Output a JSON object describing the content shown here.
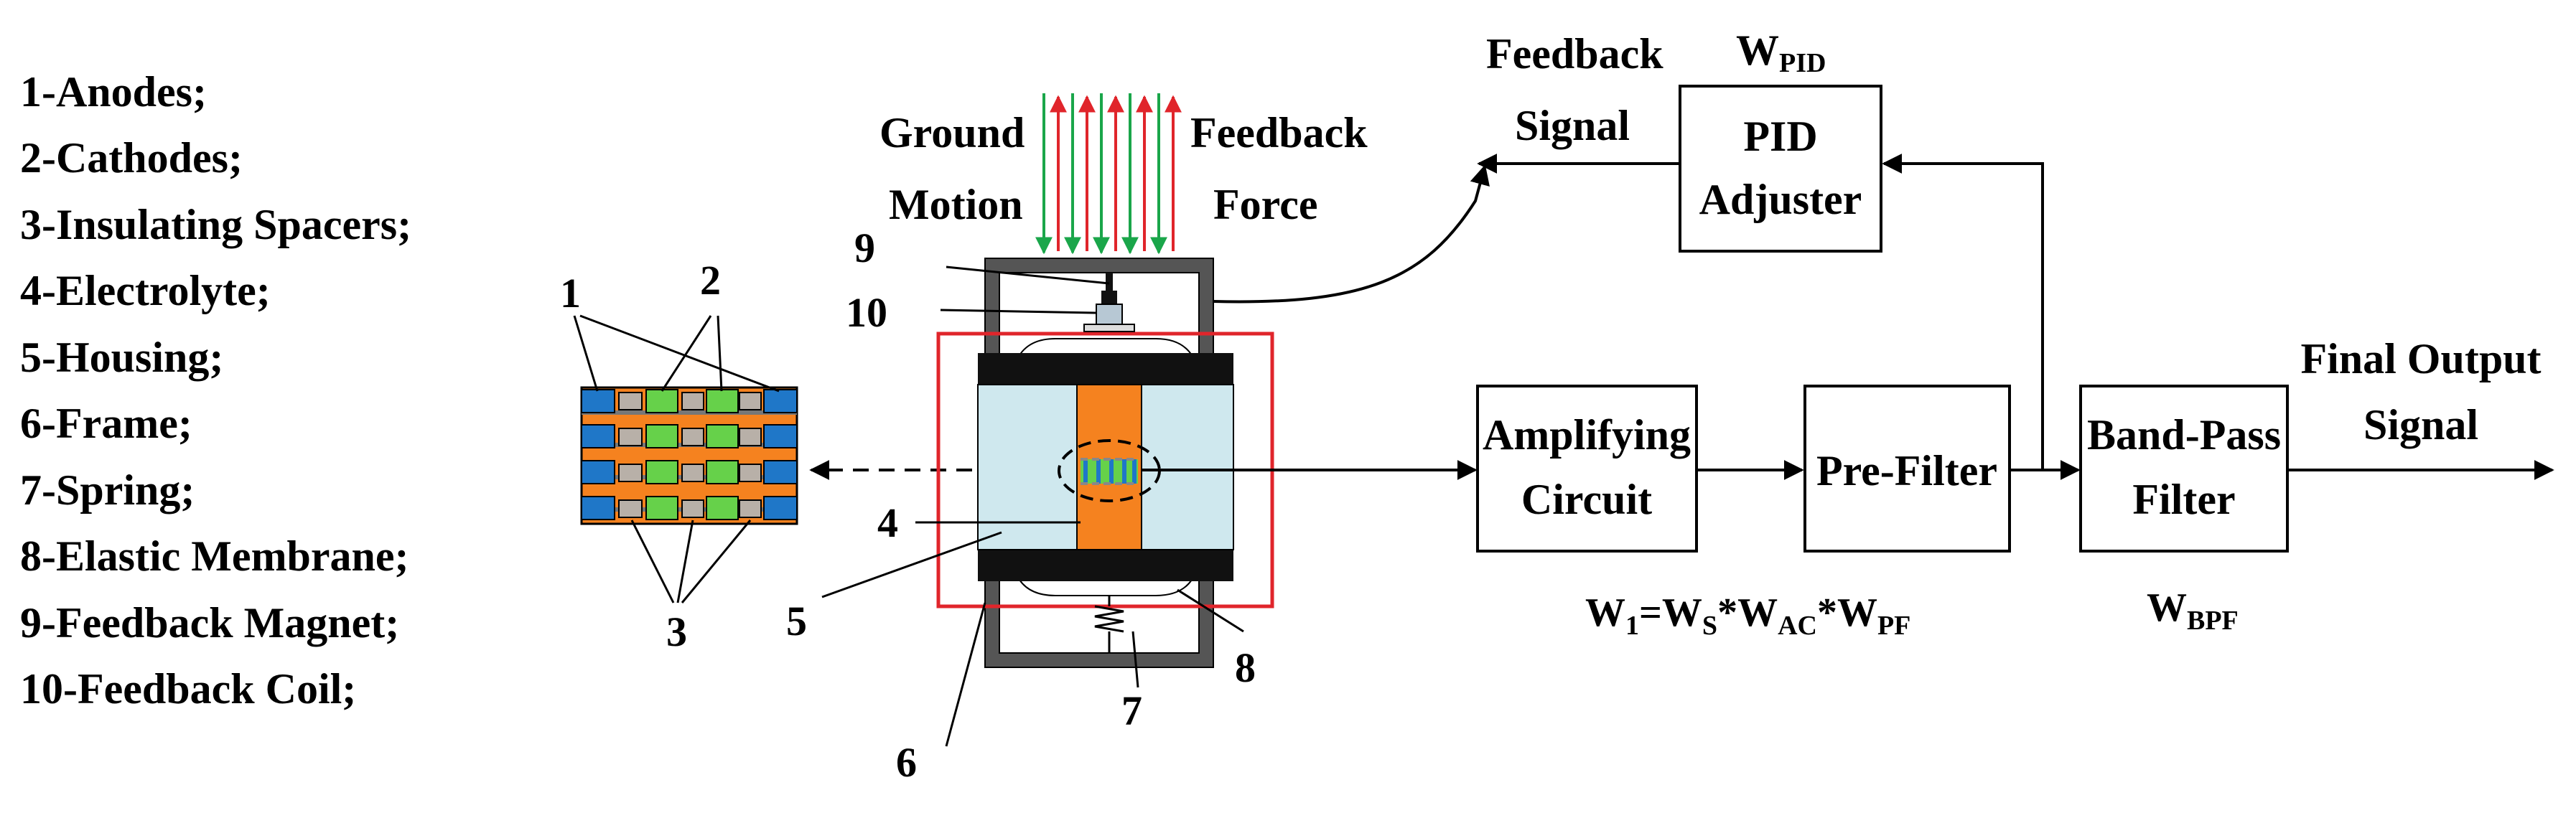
{
  "legend": {
    "items": [
      "1-Anodes;",
      "2-Cathodes;",
      "3-Insulating Spacers;",
      "4-Electrolyte;",
      "5-Housing;",
      "6-Frame;",
      "7-Spring;",
      "8-Elastic Membrane;",
      "9-Feedback Magnet;",
      "10-Feedback Coil;"
    ]
  },
  "arrows_top": {
    "left_label": [
      "Ground",
      "Motion"
    ],
    "right_label": [
      "Feedback",
      "Force"
    ]
  },
  "part_numbers": {
    "n1": "1",
    "n2": "2",
    "n3": "3",
    "n4": "4",
    "n5": "5",
    "n6": "6",
    "n7": "7",
    "n8": "8",
    "n9": "9",
    "n10": "10"
  },
  "feedback_signal": [
    "Feedback",
    "Signal"
  ],
  "pid": {
    "weight_main": "W",
    "weight_sub": "PID",
    "label": [
      "PID",
      "Adjuster"
    ]
  },
  "amplifying": {
    "label": [
      "Amplifying",
      "Circuit"
    ]
  },
  "prefilter": {
    "label": "Pre-Filter"
  },
  "bandpass": {
    "label": [
      "Band-Pass",
      "Filter"
    ]
  },
  "final_output": [
    "Final Output",
    "Signal"
  ],
  "formula_w1": {
    "w1": "W",
    "s1": "1",
    "eq": "=W",
    "s2": "S",
    "m1": "*W",
    "s3": "AC",
    "m2": "*W",
    "s4": "PF"
  },
  "formula_bpf": {
    "w": "W",
    "sub": "BPF"
  },
  "colors": {
    "anode": "#1f77c8",
    "cathode": "#66d14a",
    "spacer": "#b8b0a8",
    "electrolyte": "#f5821f",
    "housing": "#cfe8ee",
    "frame": "#555555",
    "outline_red": "#e0252b",
    "arrow_red": "#e0252b",
    "arrow_green": "#1aa64a"
  }
}
